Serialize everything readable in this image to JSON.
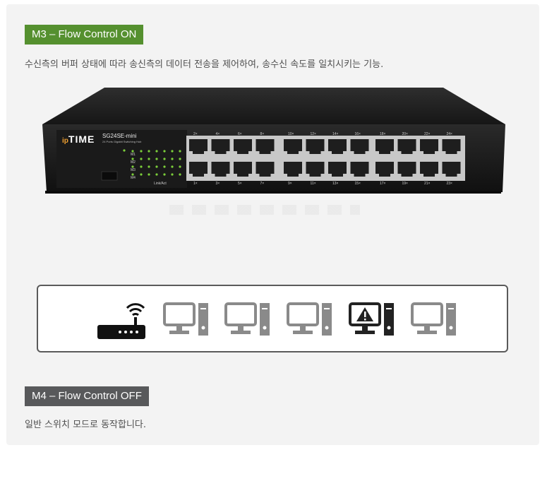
{
  "sections": {
    "m3": {
      "title": "M3 – Flow Control ON",
      "description": "수신측의 버퍼 상태에 따라 송신측의 데이터 전송을 제어하여, 송수신 속도를 일치시키는 기능."
    },
    "m4": {
      "title": "M4 – Flow Control OFF",
      "description": "일반 스위치 모드로 동작합니다."
    }
  },
  "switch": {
    "brand_prefix": "ip",
    "brand": "TIME",
    "model": "SG24SE-mini",
    "subtitle": "24 Ports Gigabit Switching Hub",
    "mode_labels": [
      "M1",
      "M2",
      "M3",
      "M4"
    ],
    "led_label": "Link/Act",
    "port_labels_top": [
      "2×",
      "4×",
      "6×",
      "8×",
      "10×",
      "12×",
      "14×",
      "16×",
      "18×",
      "20×",
      "22×",
      "24×"
    ],
    "port_labels_bottom": [
      "1×",
      "3×",
      "5×",
      "7×",
      "9×",
      "11×",
      "13×",
      "15×",
      "17×",
      "19×",
      "21×",
      "23×"
    ]
  },
  "diagram": {
    "devices": [
      {
        "name": "router",
        "icon": "wifi-router-icon",
        "state": "normal"
      },
      {
        "name": "pc-1",
        "icon": "desktop-computer-icon",
        "state": "normal"
      },
      {
        "name": "pc-2",
        "icon": "desktop-computer-icon",
        "state": "normal"
      },
      {
        "name": "pc-3",
        "icon": "desktop-computer-icon",
        "state": "normal"
      },
      {
        "name": "pc-4",
        "icon": "desktop-warning-icon",
        "state": "warning"
      },
      {
        "name": "pc-5",
        "icon": "desktop-computer-icon",
        "state": "normal"
      }
    ]
  },
  "colors": {
    "m3_badge": "#55902f",
    "m4_badge": "#58595b",
    "panel_bg": "#f3f3f3",
    "computer_gray": "#8a8a8a",
    "computer_dark": "#222222",
    "switch_body": "#1c1c1c"
  }
}
